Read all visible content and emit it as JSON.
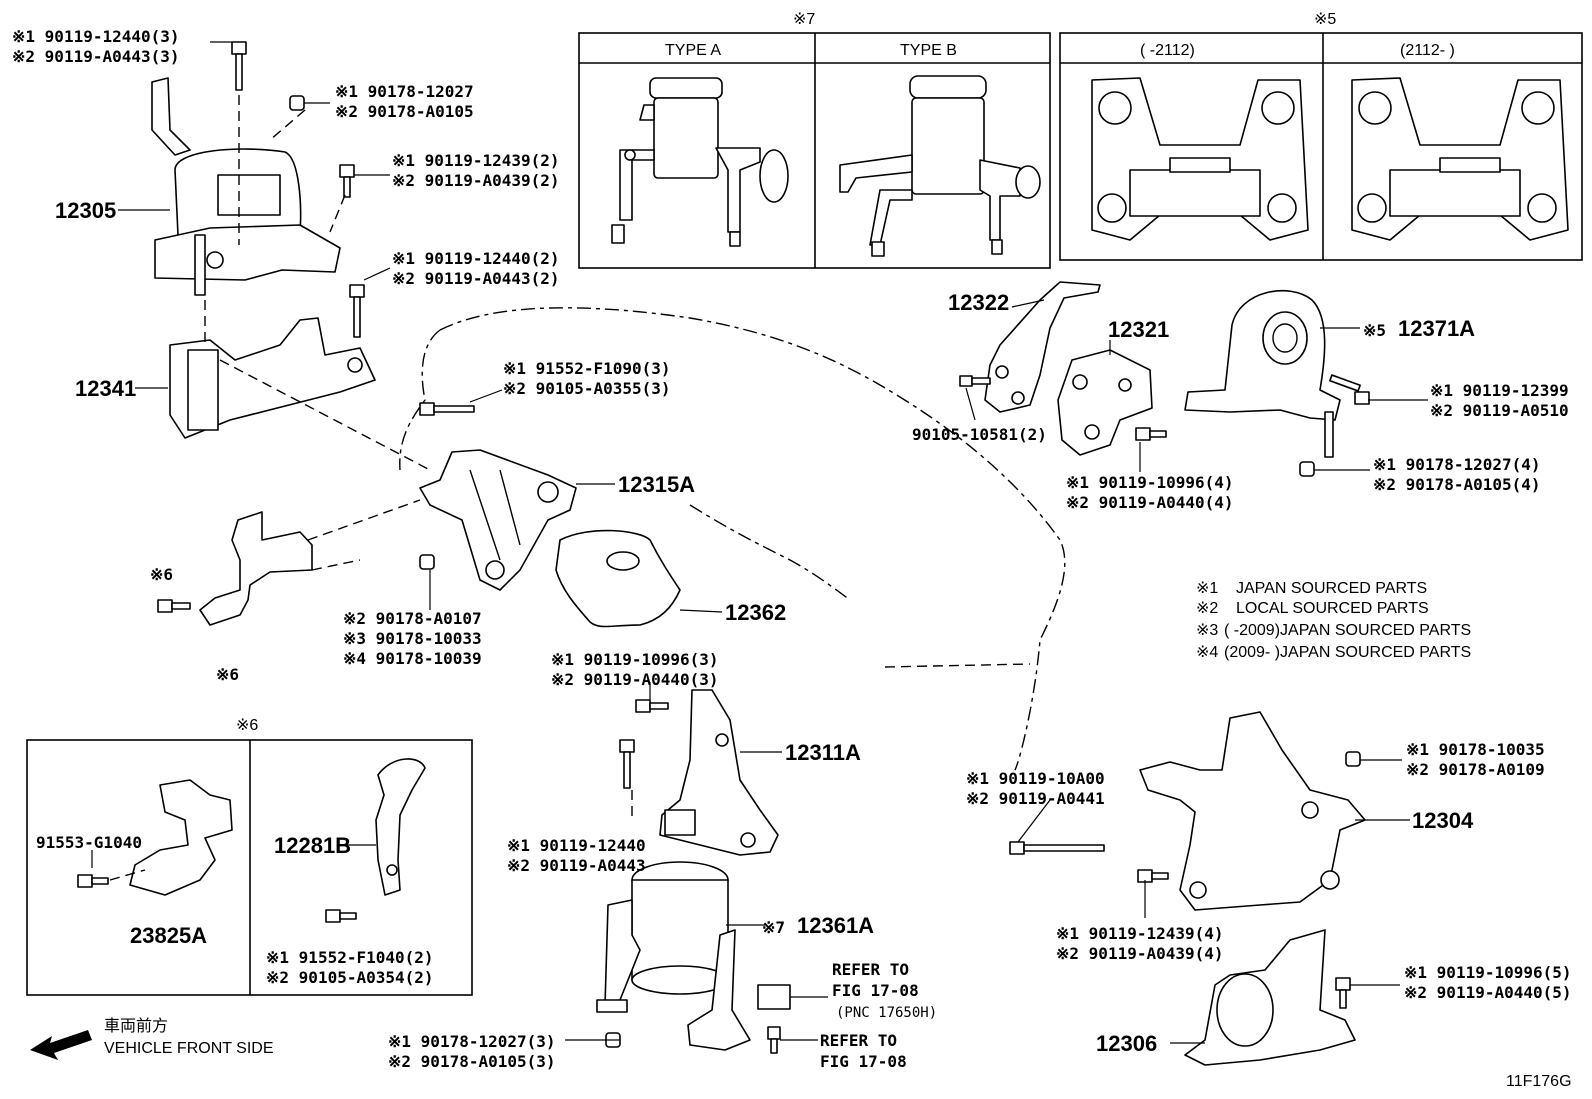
{
  "figure_code": "11F176G",
  "vehicle_front": {
    "jp": "車両前方",
    "en": "VEHICLE FRONT SIDE",
    "arrow_icon": "arrow-left-icon"
  },
  "legend": [
    {
      "mark": "※1",
      "text": "JAPAN SOURCED PARTS"
    },
    {
      "mark": "※2",
      "text": "LOCAL SOURCED PARTS"
    },
    {
      "mark": "※3",
      "text": "(        -2009)JAPAN SOURCED PARTS"
    },
    {
      "mark": "※4",
      "text": "(2009-        )JAPAN SOURCED PARTS"
    }
  ],
  "box7": {
    "mark": "※7",
    "type_a": "TYPE A",
    "type_b": "TYPE B"
  },
  "box5": {
    "mark": "※5",
    "col1": "(        -2112)",
    "col2": "(2112-        )"
  },
  "box6": {
    "mark": "※6"
  },
  "parts": {
    "p12305": "12305",
    "p12341": "12341",
    "p12315A": "12315A",
    "p12362": "12362",
    "p12311A": "12311A",
    "p12361A": "12361A",
    "p12322": "12322",
    "p12321": "12321",
    "p12371A": "12371A",
    "p12304": "12304",
    "p12306": "12306",
    "p12281B": "12281B",
    "p23825A": "23825A"
  },
  "callouts": {
    "c1a": "※1 90119-12440(3)",
    "c1b": "※2 90119-A0443(3)",
    "c2a": "※1  90178-12027",
    "c2b": "※2  90178-A0105",
    "c3a": "※1  90119-12439(2)",
    "c3b": "※2  90119-A0439(2)",
    "c4a": "※1  90119-12440(2)",
    "c4b": "※2  90119-A0443(2)",
    "c5a": "※1 91552-F1090(3)",
    "c5b": "※2 90105-A0355(3)",
    "c6a": "※2 90178-A0107",
    "c6b": "※3 90178-10033",
    "c6c": "※4 90178-10039",
    "c7a": "※1  90119-10996(3)",
    "c7b": "※2  90119-A0440(3)",
    "c8a": "※1  90119-12440",
    "c8b": "※2  90119-A0443",
    "c9a": "※1  90178-12027(3)",
    "c9b": "※2  90178-A0105(3)",
    "c10": "90105-10581(2)",
    "c11a": "※1  90119-10996(4)",
    "c11b": "※2  90119-A0440(4)",
    "c12a": "※1 90119-12399",
    "c12b": "※2 90119-A0510",
    "c13a": "※1  90178-12027(4)",
    "c13b": "※2  90178-A0105(4)",
    "c14a": "※1  90119-10A00",
    "c14b": "※2  90119-A0441",
    "c15a": "※1  90178-10035",
    "c15b": "※2  90178-A0109",
    "c16a": "※1  90119-12439(4)",
    "c16b": "※2  90119-A0439(4)",
    "c17a": "※1  90119-10996(5)",
    "c17b": "※2  90119-A0440(5)",
    "c18": "91553-G1040",
    "c19a": "※1 91552-F1040(2)",
    "c19b": "※2 90105-A0354(2)",
    "mark6a": "※6",
    "mark6b": "※6",
    "mark5": "※5",
    "mark7": "※7"
  },
  "refer1": {
    "l1": "REFER TO",
    "l2": "FIG 17-08",
    "l3": "(PNC 17650H)"
  },
  "refer2": {
    "l1": "REFER TO",
    "l2": "FIG 17-08"
  }
}
